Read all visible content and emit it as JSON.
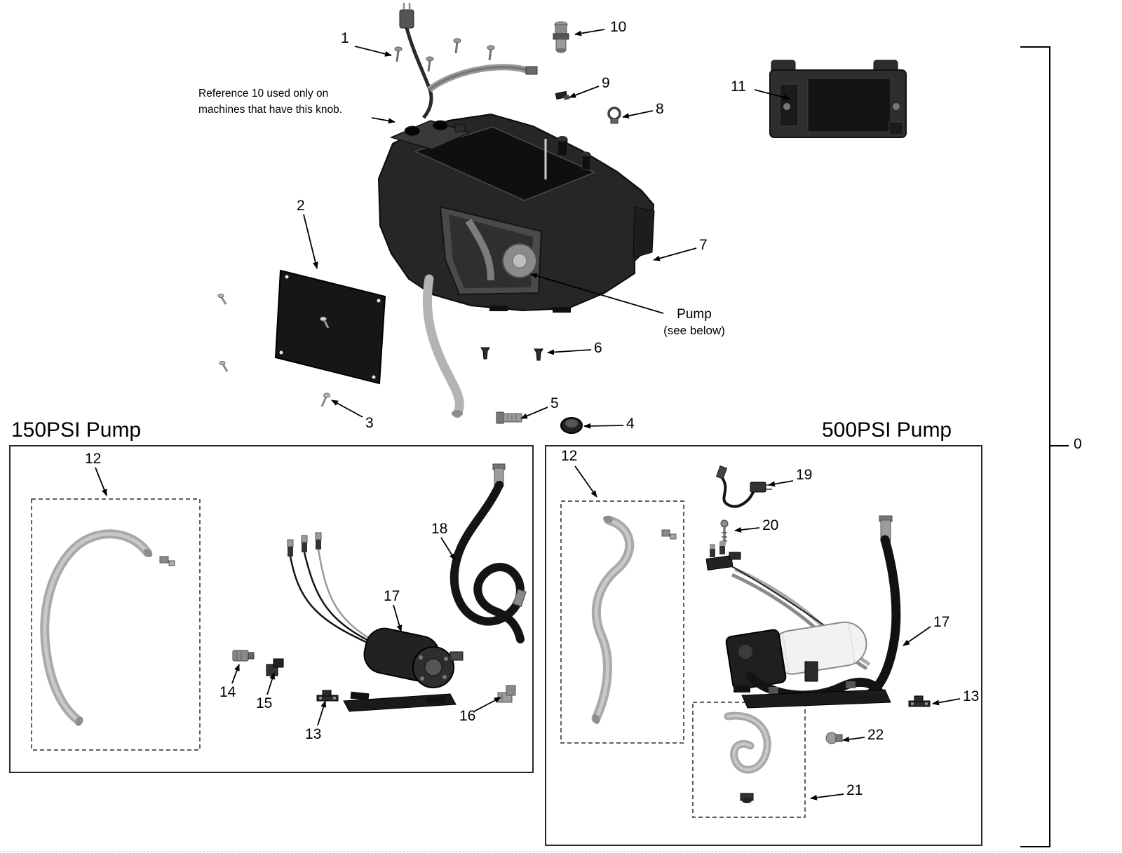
{
  "titles": {
    "pump150": "150PSI Pump",
    "pump500": "500PSI Pump"
  },
  "note": {
    "line1": "Reference 10 used only on",
    "line2": "machines that have this knob."
  },
  "pump_ref": {
    "line1": "Pump",
    "line2": "(see below)"
  },
  "callouts": {
    "main_1": "1",
    "main_2": "2",
    "main_3": "3",
    "main_4": "4",
    "main_5": "5",
    "main_6": "6",
    "main_7": "7",
    "main_8": "8",
    "main_9": "9",
    "main_10": "10",
    "main_11": "11",
    "bracket_0": "0",
    "left_12": "12",
    "left_13": "13",
    "left_14": "14",
    "left_15": "15",
    "left_16": "16",
    "left_17": "17",
    "left_18": "18",
    "right_12": "12",
    "right_13": "13",
    "right_17": "17",
    "right_19": "19",
    "right_20": "20",
    "right_21": "21",
    "right_22": "22"
  },
  "colors": {
    "ink": "#000000",
    "part_dark": "#1f1f1f",
    "hose_gray": "#a9a9a9",
    "metal_gray": "#8a8a8a"
  }
}
